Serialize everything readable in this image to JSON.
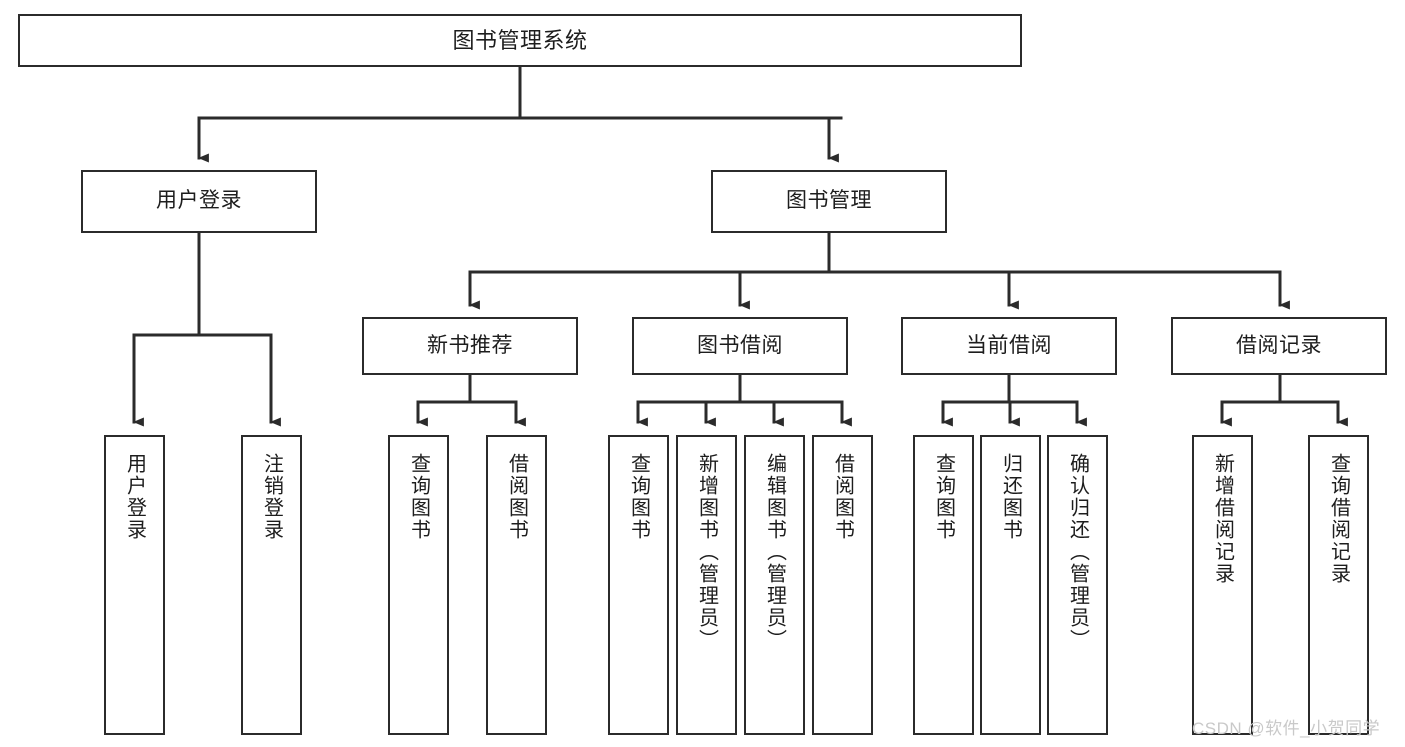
{
  "diagram": {
    "title": "图书管理系统",
    "type": "tree",
    "stroke_color": "#2b2b2b",
    "fill_color": "#ffffff",
    "text_color": "#1d1d1d",
    "nodes": {
      "root": {
        "label": "图书管理系统",
        "orientation": "horizontal",
        "level": 1
      },
      "user_login": {
        "label": "用户登录",
        "orientation": "horizontal",
        "level": 2
      },
      "book_manage": {
        "label": "图书管理",
        "orientation": "horizontal",
        "level": 2
      },
      "new_book_rec": {
        "label": "新书推荐",
        "orientation": "horizontal",
        "level": 3
      },
      "book_borrow": {
        "label": "图书借阅",
        "orientation": "horizontal",
        "level": 3
      },
      "current_borrow": {
        "label": "当前借阅",
        "orientation": "horizontal",
        "level": 3
      },
      "borrow_record": {
        "label": "借阅记录",
        "orientation": "horizontal",
        "level": 3
      },
      "leaf_user_login": {
        "label": "用户登录",
        "orientation": "vertical",
        "level": 4
      },
      "leaf_logout": {
        "label": "注销登录",
        "orientation": "vertical",
        "level": 4
      },
      "leaf_query_book_1": {
        "label": "查询图书",
        "orientation": "vertical",
        "level": 4
      },
      "leaf_borrow_book_1": {
        "label": "借阅图书",
        "orientation": "vertical",
        "level": 4
      },
      "leaf_query_book_2": {
        "label": "查询图书",
        "orientation": "vertical",
        "level": 4
      },
      "leaf_add_book": {
        "label": "新增图书（管理员）",
        "orientation": "vertical",
        "level": 4
      },
      "leaf_edit_book": {
        "label": "编辑图书（管理员）",
        "orientation": "vertical",
        "level": 4
      },
      "leaf_borrow_book_2": {
        "label": "借阅图书",
        "orientation": "vertical",
        "level": 4
      },
      "leaf_query_book_3": {
        "label": "查询图书",
        "orientation": "vertical",
        "level": 4
      },
      "leaf_return_book": {
        "label": "归还图书",
        "orientation": "vertical",
        "level": 4
      },
      "leaf_confirm_return": {
        "label": "确认归还（管理员）",
        "orientation": "vertical",
        "level": 4
      },
      "leaf_add_record": {
        "label": "新增借阅记录",
        "orientation": "vertical",
        "level": 4
      },
      "leaf_query_record": {
        "label": "查询借阅记录",
        "orientation": "vertical",
        "level": 4
      }
    },
    "edges": [
      {
        "from": "root",
        "to": "user_login"
      },
      {
        "from": "root",
        "to": "book_manage"
      },
      {
        "from": "user_login",
        "to": "leaf_user_login"
      },
      {
        "from": "user_login",
        "to": "leaf_logout"
      },
      {
        "from": "book_manage",
        "to": "new_book_rec"
      },
      {
        "from": "book_manage",
        "to": "book_borrow"
      },
      {
        "from": "book_manage",
        "to": "current_borrow"
      },
      {
        "from": "book_manage",
        "to": "borrow_record"
      },
      {
        "from": "new_book_rec",
        "to": "leaf_query_book_1"
      },
      {
        "from": "new_book_rec",
        "to": "leaf_borrow_book_1"
      },
      {
        "from": "book_borrow",
        "to": "leaf_query_book_2"
      },
      {
        "from": "book_borrow",
        "to": "leaf_add_book"
      },
      {
        "from": "book_borrow",
        "to": "leaf_edit_book"
      },
      {
        "from": "book_borrow",
        "to": "leaf_borrow_book_2"
      },
      {
        "from": "current_borrow",
        "to": "leaf_query_book_3"
      },
      {
        "from": "current_borrow",
        "to": "leaf_return_book"
      },
      {
        "from": "current_borrow",
        "to": "leaf_confirm_return"
      },
      {
        "from": "borrow_record",
        "to": "leaf_add_record"
      },
      {
        "from": "borrow_record",
        "to": "leaf_query_record"
      }
    ]
  },
  "watermark": {
    "text": "CSDN @软件_小贺同学"
  }
}
